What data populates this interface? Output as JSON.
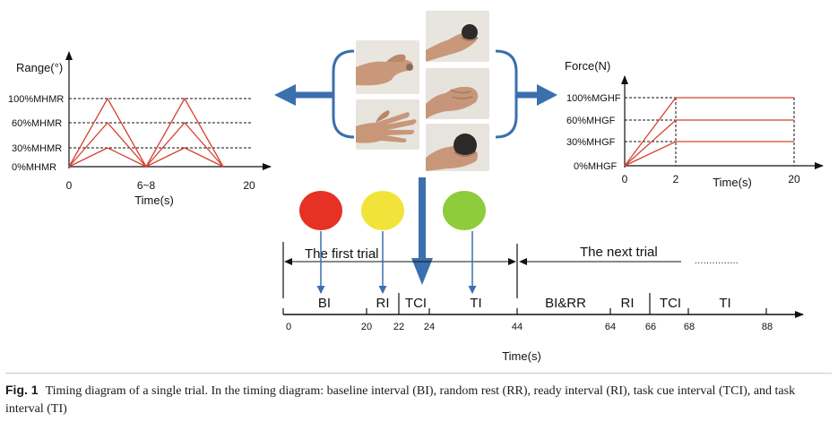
{
  "colors": {
    "line_red": "#d6412f",
    "arrow_blue": "#3b6fae",
    "dot_red": "#e53224",
    "dot_yellow": "#f2e33a",
    "dot_green": "#8dcc3c"
  },
  "left_plot": {
    "ylabel": "Range(°)",
    "levels": [
      "100%MHMR",
      "60%MHMR",
      "30%MHMR",
      "0%MHMR"
    ],
    "x_ticks": [
      "0",
      "6~8",
      "20"
    ],
    "xlabel": "Time(s)"
  },
  "right_plot": {
    "ylabel": "Force(N)",
    "levels": [
      "100%MGHF",
      "60%MHGF",
      "30%MHGF",
      "0%MHGF"
    ],
    "x_ticks": [
      "0",
      "2",
      "20"
    ],
    "xlabel": "Time(s)"
  },
  "photos": [
    {
      "name": "hand-pinch-photo"
    },
    {
      "name": "hand-open-photo"
    },
    {
      "name": "hand-ball-top-photo"
    },
    {
      "name": "hand-grip-photo"
    },
    {
      "name": "hand-ball-hold-photo"
    }
  ],
  "timeline": {
    "first_trial": "The first trial",
    "next_trial": "The next trial",
    "ellipsis": "...............",
    "intervals": [
      "BI",
      "RI",
      "TCI",
      "TI",
      "BI&RR",
      "RI",
      "TCI",
      "TI"
    ],
    "ticks": [
      "0",
      "20",
      "22",
      "24",
      "44",
      "64",
      "66",
      "68",
      "88"
    ],
    "xlabel": "Time(s)"
  },
  "caption": {
    "label": "Fig. 1",
    "text": "Timing diagram of a single trial. In the timing diagram: baseline interval (BI), random rest (RR), ready interval (RI), task cue interval (TCI), and task interval (TI)"
  }
}
